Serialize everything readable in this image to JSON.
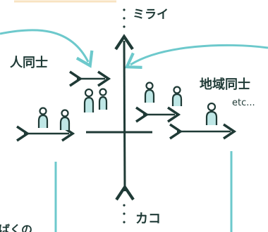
{
  "colors": {
    "ink": "#1f3a36",
    "accent": "#6dc9cc",
    "figure_fill": "#bfe7e6"
  },
  "labels": {
    "future": "ミライ",
    "past": "カコ",
    "people": "人同士",
    "regions": "地域同士",
    "etc": "etc...",
    "bottom_left": "ばくの"
  }
}
